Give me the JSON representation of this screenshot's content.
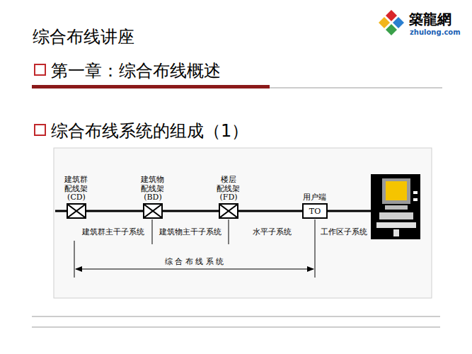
{
  "diagram": {
    "title": "综合布线讲座",
    "nodes": [
      {
        "text": [
          "建筑群 配线架 (CD)"
        ]
      },
      {
        "text": [
          "建筑物 配线架 (BD)"
        ]
      },
      {
        "text": [
          "楼层 配线架 (FD)"
        ]
      },
      {
        "text": [
          "用户端",
          "TO"
        ]
      }
    ],
    "edges": [
      {
        "from": 0,
        "to": 1,
        "arrow": "none"
      },
      {
        "from": 1,
        "to": 2,
        "arrow": "none"
      },
      {
        "from": 2,
        "to": 3,
        "arrow": "none"
      }
    ],
    "labels": [
      "築龍網",
      "zhulong.com",
      "第一章：综合布线概述",
      "综合布线系统的组成（1）",
      "建筑群主干子系统",
      "建筑物主干子系统",
      "水平子系统",
      "工作区子系统",
      "综 合 布 线 系 统"
    ]
  }
}
